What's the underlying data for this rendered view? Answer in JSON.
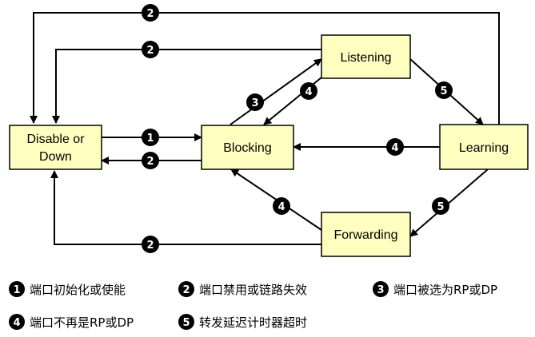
{
  "states": {
    "disable": [
      "Disable or",
      "Down"
    ],
    "blocking": "Blocking",
    "listening": "Listening",
    "learning": "Learning",
    "forwarding": "Forwarding"
  },
  "badges": {
    "one": "1",
    "two": "2",
    "three": "3",
    "four": "4",
    "five": "5"
  },
  "legend": [
    {
      "num": "1",
      "text": "端口初始化或使能"
    },
    {
      "num": "2",
      "text": "端口禁用或链路失效"
    },
    {
      "num": "3",
      "text": "端口被选为RP或DP"
    },
    {
      "num": "4",
      "text": "端口不再是RP或DP"
    },
    {
      "num": "5",
      "text": "转发延迟计时器超时"
    }
  ],
  "colors": {
    "box_fill": "#ffffc0",
    "line": "#000000"
  }
}
